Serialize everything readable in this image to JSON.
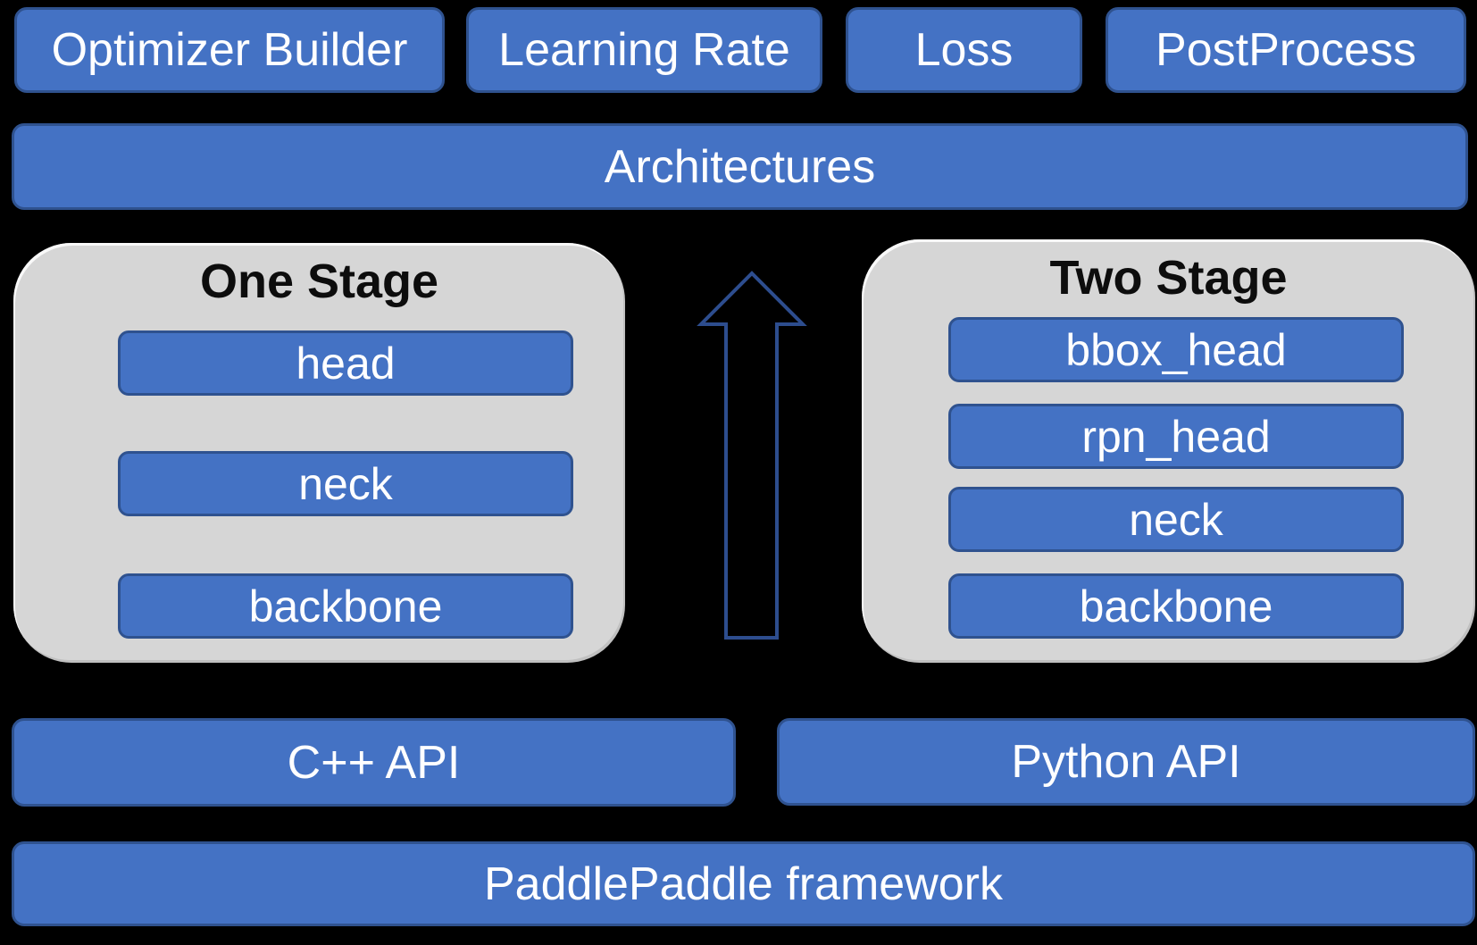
{
  "colors": {
    "background": "#000000",
    "block_fill": "#4472C4",
    "block_border": "#2F528F",
    "container_fill": "#D6D6D6",
    "arrow_outline": "#2D4D8E",
    "label_text": "#FFFFFF",
    "title_text": "#0D0D0D"
  },
  "top_row": {
    "items": [
      {
        "label": "Optimizer Builder"
      },
      {
        "label": "Learning Rate"
      },
      {
        "label": "Loss"
      },
      {
        "label": "PostProcess"
      }
    ]
  },
  "architectures": {
    "label": "Architectures"
  },
  "stages": {
    "one_stage": {
      "title": "One Stage",
      "layers": [
        "head",
        "neck",
        "backbone"
      ]
    },
    "two_stage": {
      "title": "Two Stage",
      "layers": [
        "bbox_head",
        "rpn_head",
        "neck",
        "backbone"
      ]
    }
  },
  "api_row": {
    "cpp_label": "C++ API",
    "python_label": "Python API"
  },
  "framework": {
    "label": "PaddlePaddle framework"
  }
}
